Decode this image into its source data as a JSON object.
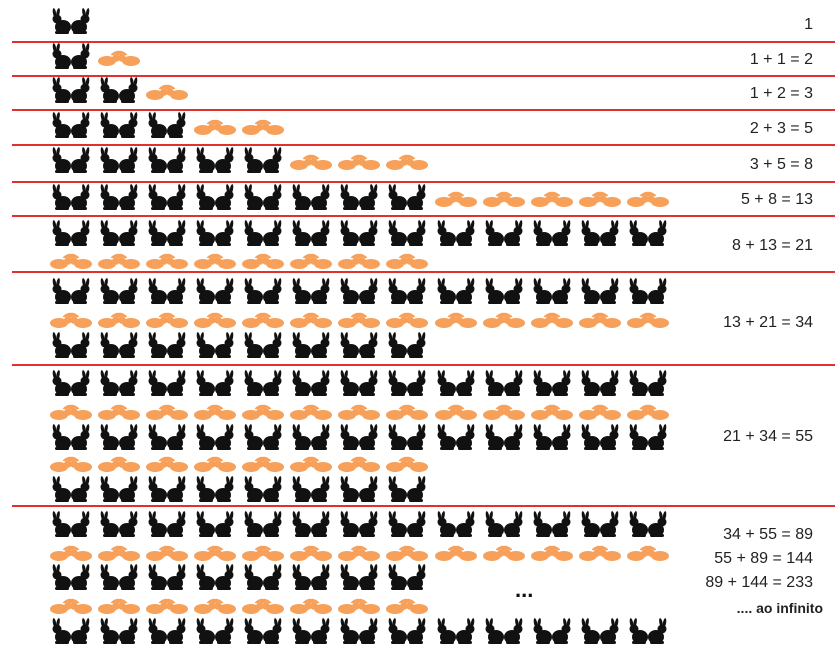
{
  "colors": {
    "adult": "#111111",
    "young": "#f6a05a",
    "divider": "#e03030"
  },
  "icons": {
    "adult_pair": "rabbit-pair-black-icon",
    "young_pair": "rabbit-pair-orange-icon"
  },
  "rows": [
    {
      "equation": "1",
      "adult_pairs": 1,
      "young_pairs": 0
    },
    {
      "equation": "1 + 1 = 2",
      "adult_pairs": 1,
      "young_pairs": 1
    },
    {
      "equation": "1 + 2 = 3",
      "adult_pairs": 2,
      "young_pairs": 1
    },
    {
      "equation": "2 + 3 = 5",
      "adult_pairs": 3,
      "young_pairs": 2
    },
    {
      "equation": "3 + 5 = 8",
      "adult_pairs": 5,
      "young_pairs": 3
    },
    {
      "equation": "5 + 8 = 13",
      "adult_pairs": 8,
      "young_pairs": 5
    },
    {
      "equation": "8 + 13 = 21",
      "adult_pairs": 13,
      "young_pairs": 8
    },
    {
      "equation": "13 + 21 = 34",
      "adult_pairs": 21,
      "young_pairs": 13
    },
    {
      "equation": "21 + 34 = 55",
      "adult_pairs": 34,
      "young_pairs": 21
    }
  ],
  "last_block": {
    "equations": [
      "34 + 55 = 89",
      "55 + 89 = 144",
      "89 + 144 = 233"
    ],
    "ellipsis": "...",
    "ending": ".... ao infinito"
  }
}
